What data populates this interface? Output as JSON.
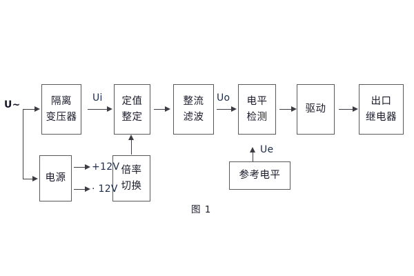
{
  "figure": {
    "caption": "图 1",
    "colors": {
      "block_border": "#58585a",
      "line": "#3c3c42",
      "text": "#1b1b2b",
      "label_text": "#1b2b4b",
      "background": "#ffffff"
    }
  },
  "blocks": [
    {
      "id": "isolation-transformer",
      "lines": [
        "隔离",
        "变压器"
      ]
    },
    {
      "id": "setting-adjust",
      "lines": [
        "定值",
        "整定"
      ]
    },
    {
      "id": "rectify-filter",
      "lines": [
        "整流",
        "滤波"
      ]
    },
    {
      "id": "level-detect",
      "lines": [
        "电平",
        "检测"
      ]
    },
    {
      "id": "drive",
      "lines": [
        "驱动"
      ]
    },
    {
      "id": "output-relay",
      "lines": [
        "出口",
        "继电器"
      ]
    },
    {
      "id": "power-supply",
      "lines": [
        "电源"
      ]
    },
    {
      "id": "multiplier-switch",
      "lines": [
        "倍率",
        "切换"
      ]
    },
    {
      "id": "reference-level",
      "lines": [
        "参考电平"
      ]
    }
  ],
  "signals": {
    "input_ac": "U~",
    "ui": "Ui",
    "uo": "Uo",
    "ue": "Ue",
    "rail_positive": "+12V",
    "rail_negative": "· 12V"
  }
}
